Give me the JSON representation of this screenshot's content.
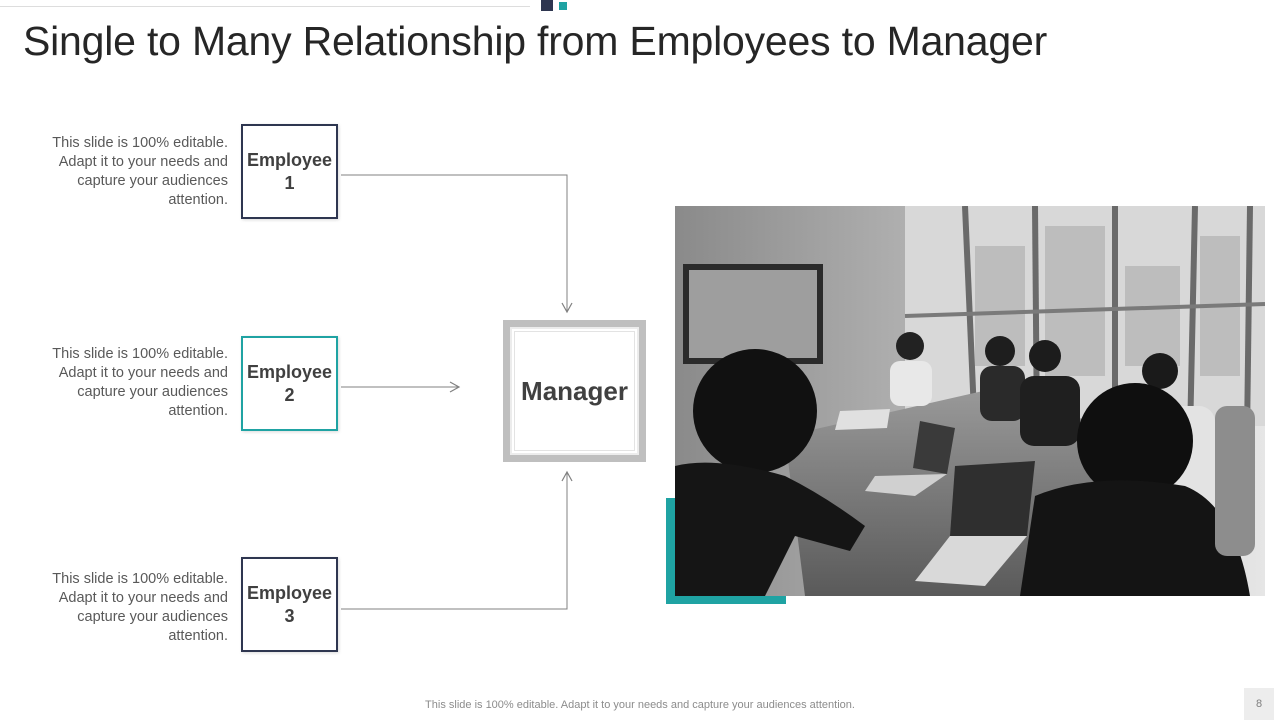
{
  "slide": {
    "title": "Single to Many Relationship from Employees to Manager",
    "footer": "This slide is 100% editable. Adapt it to your needs and capture your audiences attention.",
    "page_number": "8"
  },
  "employees": [
    {
      "line1": "Employee",
      "line2": "1",
      "description": "This slide is 100% editable. Adapt it to your needs and capture your audiences attention."
    },
    {
      "line1": "Employee",
      "line2": "2",
      "description": "This slide is 100% editable. Adapt it to your needs and capture your audiences attention."
    },
    {
      "line1": "Employee",
      "line2": "3",
      "description": "This slide is 100% editable. Adapt it to your needs and capture your audiences attention."
    }
  ],
  "manager": {
    "label": "Manager"
  },
  "colors": {
    "navy": "#2e3650",
    "teal": "#1fa3a3",
    "manager_border": "#bfbfbf"
  }
}
